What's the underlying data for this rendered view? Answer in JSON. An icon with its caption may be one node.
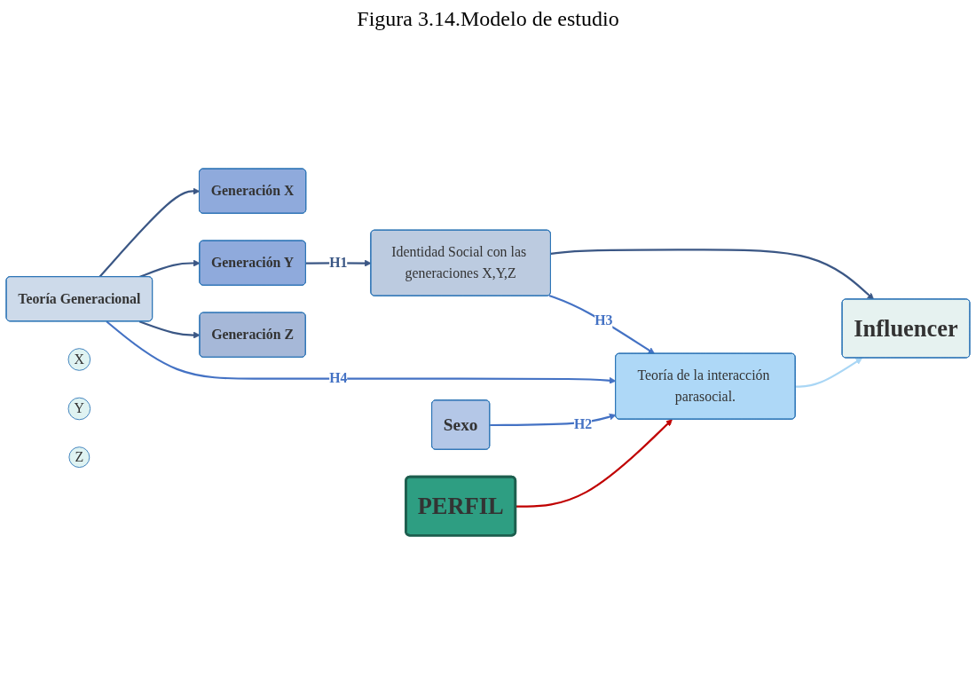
{
  "diagram": {
    "title": "Figura 3.14.Modelo de estudio",
    "nodes": [
      {
        "text": [
          "Teoría Generacional"
        ]
      },
      {
        "text": [
          "Generación X"
        ]
      },
      {
        "text": [
          "Generación Y"
        ]
      },
      {
        "text": [
          "Generación Z"
        ]
      },
      {
        "text": [
          "Identidad Social con las generaciones X,Y,Z"
        ]
      },
      {
        "text": [
          "X"
        ]
      },
      {
        "text": [
          "Y"
        ]
      },
      {
        "text": [
          "Z"
        ]
      },
      {
        "text": [
          "Influencer"
        ]
      },
      {
        "text": [
          "Teoría de la interacción parasocial."
        ]
      },
      {
        "text": [
          "Sexo"
        ]
      },
      {
        "text": [
          "PERFIL"
        ]
      }
    ],
    "edges": [
      {
        "from": 0,
        "to": 1,
        "arrow": "to"
      },
      {
        "from": 0,
        "to": 2,
        "arrow": "to"
      },
      {
        "from": 0,
        "to": 3,
        "arrow": "to"
      },
      {
        "from": 2,
        "to": 4,
        "arrow": "to",
        "label": "H1"
      },
      {
        "from": 4,
        "to": 8,
        "arrow": "to"
      },
      {
        "from": 4,
        "to": 9,
        "arrow": "to",
        "label": "H3",
        "color": "#4472c4"
      },
      {
        "from": 0,
        "to": 9,
        "arrow": "to",
        "label": "H4",
        "color": "#4472c4"
      },
      {
        "from": 10,
        "to": 9,
        "arrow": "to",
        "label": "H2",
        "color": "#4472c4"
      },
      {
        "from": 9,
        "to": 8,
        "arrow": "to",
        "color": "#a9d6f5"
      },
      {
        "from": 11,
        "to": 9,
        "arrow": "to",
        "color": "#c00000"
      }
    ]
  }
}
